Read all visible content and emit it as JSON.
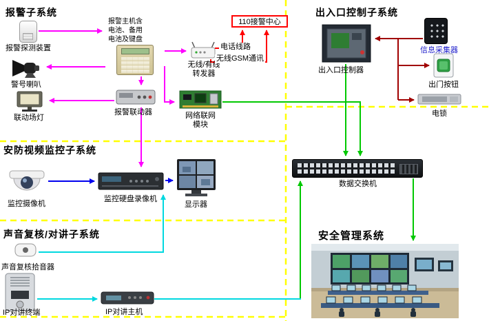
{
  "colors": {
    "magenta": "#ff00ff",
    "red": "#ff0000",
    "green": "#00c800",
    "blue": "#0000ee",
    "cyan": "#00d8e0",
    "darkred": "#a00000",
    "divider_yellow": "#ffff00",
    "collector_label_blue": "#2222cc",
    "center_box_red": "#ff0000"
  },
  "sections": {
    "alarm": {
      "title": "报警子系统"
    },
    "access": {
      "title": "出入口控制子系统"
    },
    "video": {
      "title": "安防视频监控子系统"
    },
    "audio": {
      "title": "声音复核/对讲子系统"
    },
    "management": {
      "title": "安全管理系统"
    }
  },
  "nodes": {
    "detector": {
      "label": "报警探测装置"
    },
    "siren": {
      "label": "警号喇叭"
    },
    "floodlight": {
      "label": "联动场灯"
    },
    "alarm_host": {
      "label": "报警主机含\n电池、备用\n电池及键盘"
    },
    "alarm_linkage": {
      "label": "报警联动器"
    },
    "repeater": {
      "label": "无线/有线\n转发器"
    },
    "phone_line": {
      "label": "电话线路"
    },
    "gsm": {
      "label": "无线GSM通讯"
    },
    "center110": {
      "label": "110接警中心"
    },
    "network_module": {
      "label": "网络联网\n模块"
    },
    "camera": {
      "label": "监控摄像机"
    },
    "dvr": {
      "label": "监控硬盘录像机"
    },
    "monitor": {
      "label": "显示器"
    },
    "pickup": {
      "label": "声音复核拾音器"
    },
    "ip_terminal": {
      "label": "IP对讲终端"
    },
    "ip_host": {
      "label": "IP对讲主机"
    },
    "access_controller": {
      "label": "出入口控制器"
    },
    "info_collector": {
      "label": "信息采集器"
    },
    "exit_button": {
      "label": "出门按钮"
    },
    "electric_lock": {
      "label": "电锁"
    },
    "switch": {
      "label": "数据交换机"
    }
  }
}
